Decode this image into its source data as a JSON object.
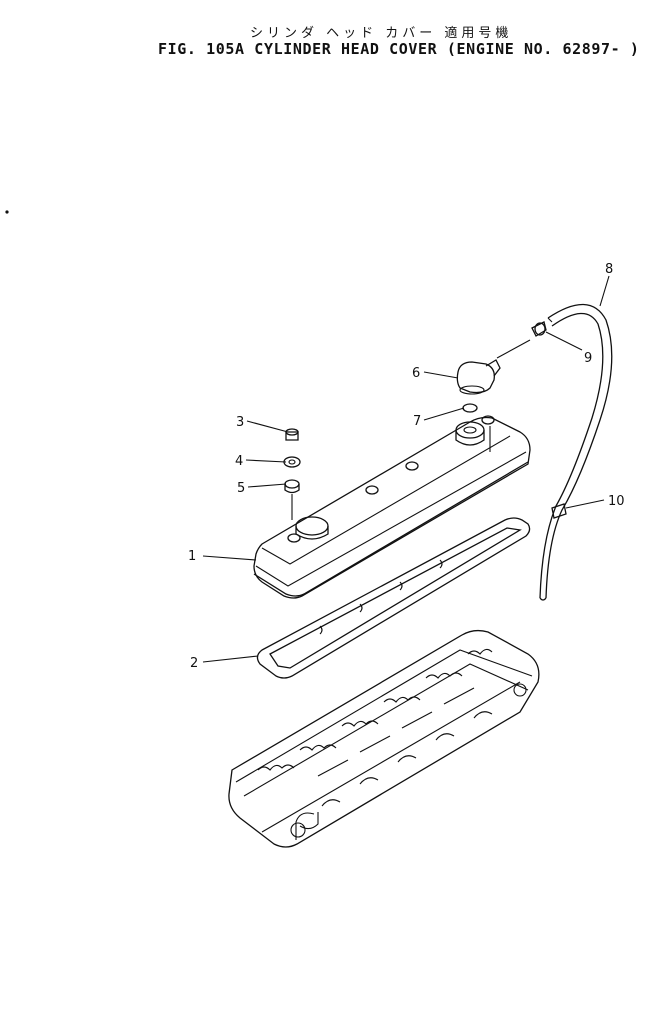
{
  "header": {
    "subtitle_jp": "シリンダ ヘッド カバー 適用号機",
    "title": "FIG. 105A  CYLINDER HEAD COVER (ENGINE NO. 62897- )"
  },
  "callouts": [
    "1",
    "2",
    "3",
    "4",
    "5",
    "6",
    "7",
    "8",
    "9",
    "10"
  ]
}
